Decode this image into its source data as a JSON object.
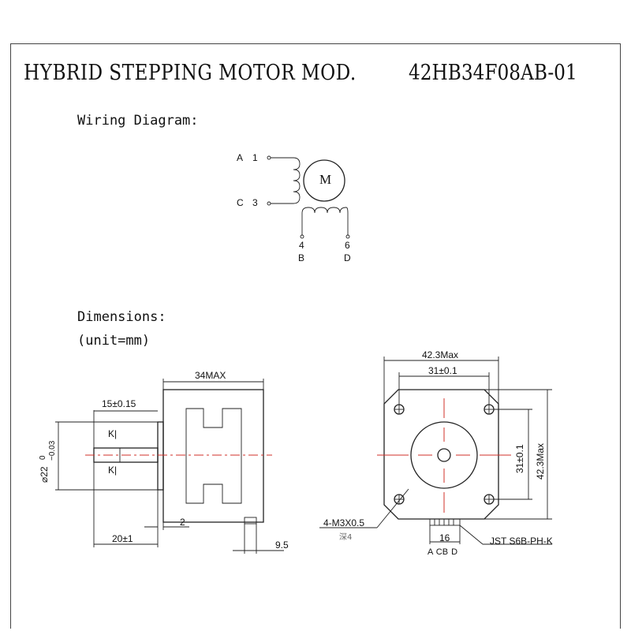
{
  "header": {
    "title": "HYBRID STEPPING MOTOR MOD.",
    "model": "42HB34F08AB-01"
  },
  "wiring": {
    "heading": "Wiring Diagram:",
    "motor_label": "M",
    "pins": [
      {
        "phase": "A",
        "num": "1"
      },
      {
        "phase": "C",
        "num": "3"
      },
      {
        "phase": "B",
        "num": "4"
      },
      {
        "phase": "D",
        "num": "6"
      }
    ]
  },
  "dimensions": {
    "heading": "Dimensions:",
    "unit": "(unit=mm)",
    "side": {
      "body_length": "34MAX",
      "shaft_length": "15±0.15",
      "shaft_diameter": "⌀22",
      "shaft_tol_upper": "0",
      "shaft_tol_lower": "−0.03",
      "key_mark_top": "K|",
      "key_mark_bottom": "K|",
      "shaft_total": "20±1",
      "flange": "2",
      "connector_offset": "9.5"
    },
    "front": {
      "width_max": "42.3Max",
      "hole_spacing_x": "31±0.1",
      "hole_spacing_y": "31±0.1",
      "height_max": "42.3Max",
      "holes": "4-M3X0.5",
      "hole_depth": "深4",
      "connector_width": "16",
      "connector_model": "JST S6B-PH-K",
      "connector_pins": "A CB D"
    }
  }
}
